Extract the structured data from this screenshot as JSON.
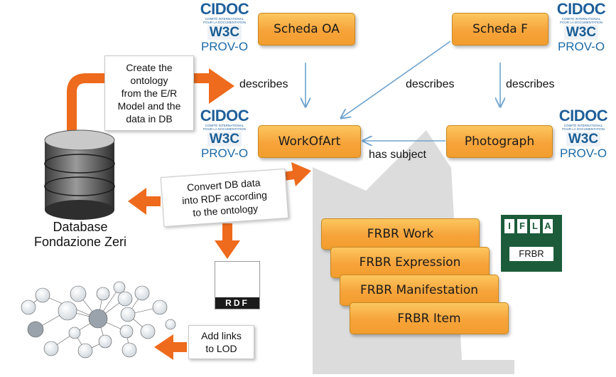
{
  "boxes": {
    "scheda_oa": "Scheda OA",
    "scheda_f": "Scheda F",
    "work_of_art": "WorkOfArt",
    "photograph": "Photograph"
  },
  "relations": {
    "describes_left": "describes",
    "describes_middle": "describes",
    "describes_right": "describes",
    "has_subject": "has subject"
  },
  "notes": {
    "create_ontology": [
      "Create the",
      "ontology",
      "from the E/R",
      "Model and the",
      "data in DB"
    ],
    "convert": [
      "Convert DB data",
      "into RDF according",
      "to the ontology"
    ],
    "add_links": [
      "Add links",
      "to LOD"
    ]
  },
  "database": {
    "line1": "Database",
    "line2": "Fondazione Zeri"
  },
  "frbr": {
    "work": "FRBR Work",
    "expression": "FRBR Expression",
    "manifestation": "FRBR Manifestation",
    "item": "FRBR Item"
  },
  "logos": {
    "cidoc_text": "CIDOC",
    "cidoc_sub1": "COMITÉ INTERNATIONAL",
    "cidoc_sub2": "POUR LA DOCUMENTATION",
    "w3c_text": "W3C",
    "prov_text": "PROV-O",
    "ifla_letters": [
      "I",
      "F",
      "L",
      "A"
    ],
    "ifla_frbr": "FRBR",
    "rdf_text": "RDF"
  },
  "colors": {
    "box_top": "#fcc75f",
    "box_bottom": "#f29d2e",
    "arrow_orange": "#ee6a1c",
    "arrow_blue": "#6ea3cf",
    "mountain_gray": "#dcdcdc"
  }
}
